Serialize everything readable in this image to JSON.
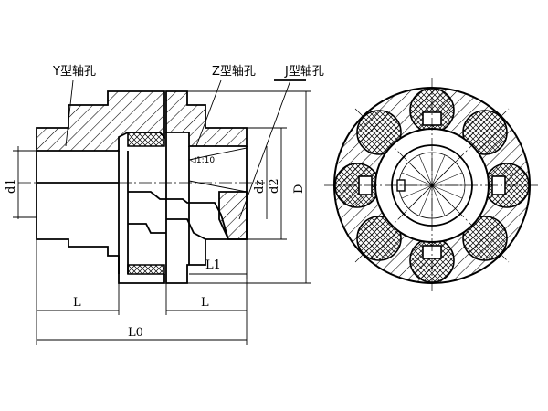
{
  "labels": {
    "y_bore": "Y型轴孔",
    "z_bore": "Z型轴孔",
    "j_bore": "J型轴孔",
    "taper": "◁1:10"
  },
  "dimensions": {
    "d1": "d1",
    "dz": "dz",
    "d2": "d2",
    "D": "D",
    "L_left": "L",
    "L_right": "L",
    "L1": "L1",
    "L0": "L0"
  },
  "colors": {
    "line": "#000000",
    "background": "#ffffff"
  }
}
